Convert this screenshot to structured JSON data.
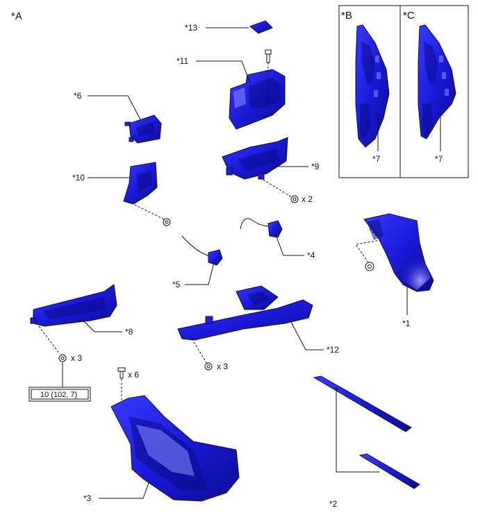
{
  "view_labels": {
    "a": "*A",
    "b": "*B",
    "c": "*C"
  },
  "callouts": {
    "p13": "*13",
    "p11": "*11",
    "p6": "*6",
    "p9": "*9",
    "p10": "*10",
    "p4": "*4",
    "p5": "*5",
    "p1": "*1",
    "p8": "*8",
    "p12": "*12",
    "p3": "*3",
    "p2": "*2",
    "p7b": "*7",
    "p7c": "*7"
  },
  "quantities": {
    "q2": "x 2",
    "q3a": "x 3",
    "q3b": "x 3",
    "q6": "x 6"
  },
  "torque_spec": "10 (102, 7)",
  "colors": {
    "part": "#1a1ad8",
    "part_dark": "#0b0b8a",
    "line": "#111111"
  }
}
